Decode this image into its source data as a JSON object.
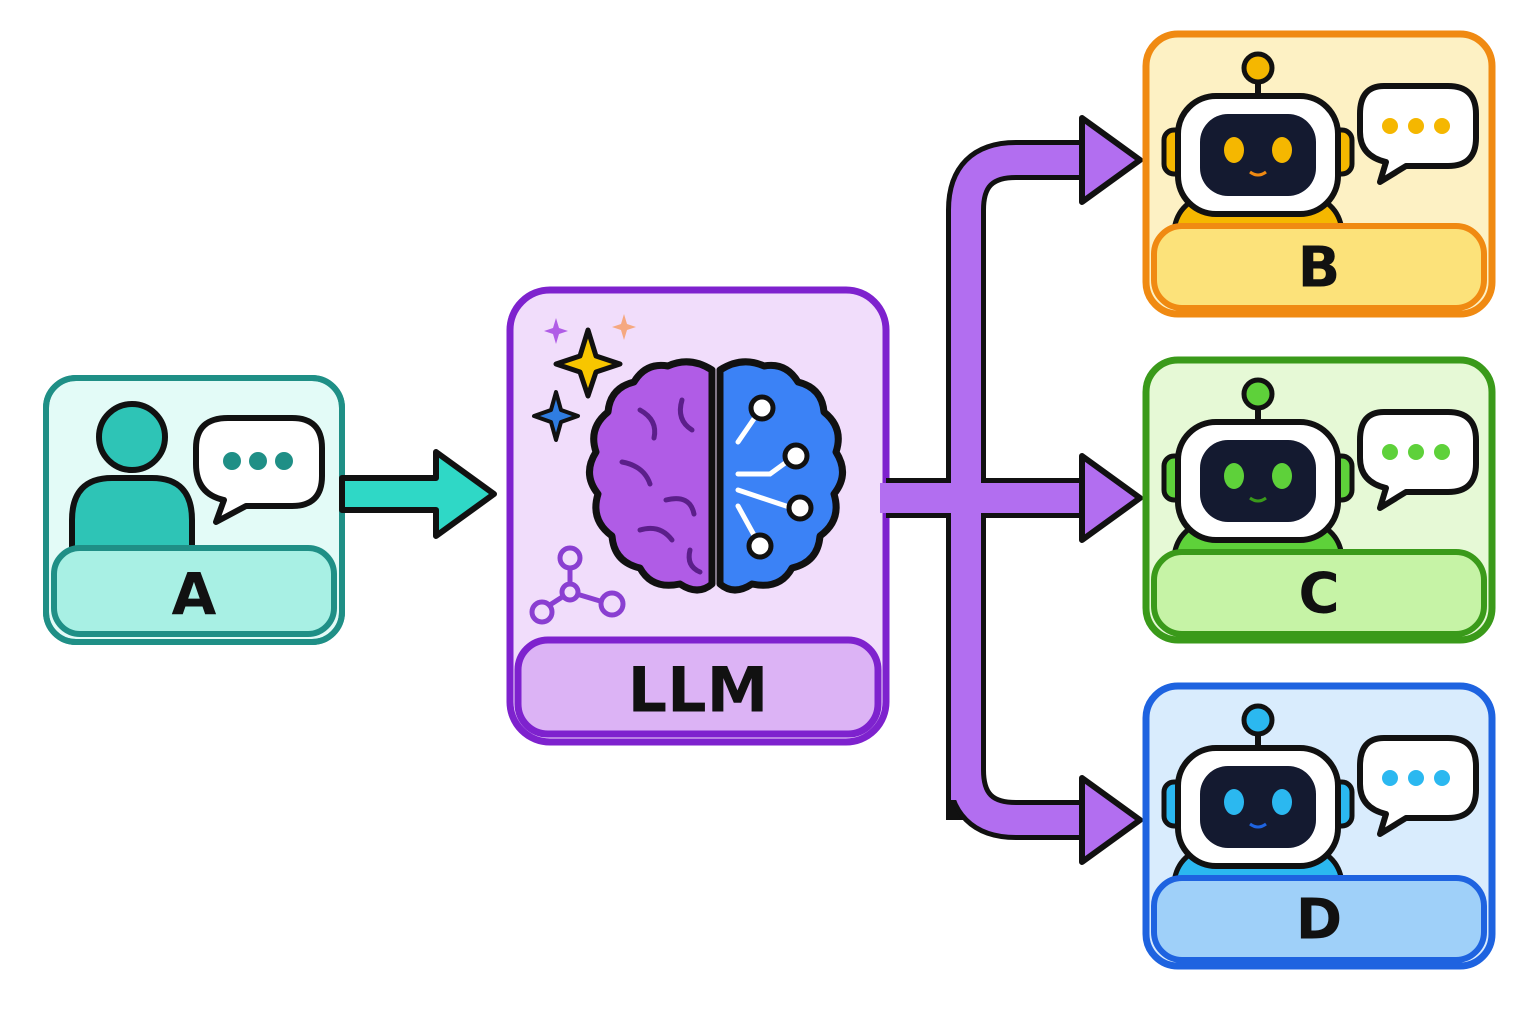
{
  "nodes": {
    "user": {
      "label": "A",
      "border": "#1f8f86",
      "fill": "#e3fbf7",
      "bar": "#a8f0e4",
      "accent": "#2ec4b6",
      "icon": "user-icon"
    },
    "llm": {
      "label": "LLM",
      "border": "#7e22ce",
      "fill": "#f1ddfb",
      "bar": "#dcb3f5",
      "brain_left": "#b05ce6",
      "brain_right": "#3b82f6",
      "icon": "brain-icon"
    },
    "agents": [
      {
        "label": "B",
        "border": "#f08a12",
        "fill": "#fdf1c4",
        "bar": "#fce27a",
        "eye": "#f5b700",
        "icon": "robot-icon"
      },
      {
        "label": "C",
        "border": "#3a9a1a",
        "fill": "#e6f9d6",
        "bar": "#c6f3a6",
        "eye": "#5ed13a",
        "icon": "robot-icon"
      },
      {
        "label": "D",
        "border": "#1e63e0",
        "fill": "#d9ecfd",
        "bar": "#9fd0f9",
        "eye": "#2bb8f0",
        "icon": "robot-icon"
      }
    ]
  },
  "connectors": {
    "input_color": "#2fd8c6",
    "output_color": "#b26ef0",
    "outline": "#111111"
  }
}
